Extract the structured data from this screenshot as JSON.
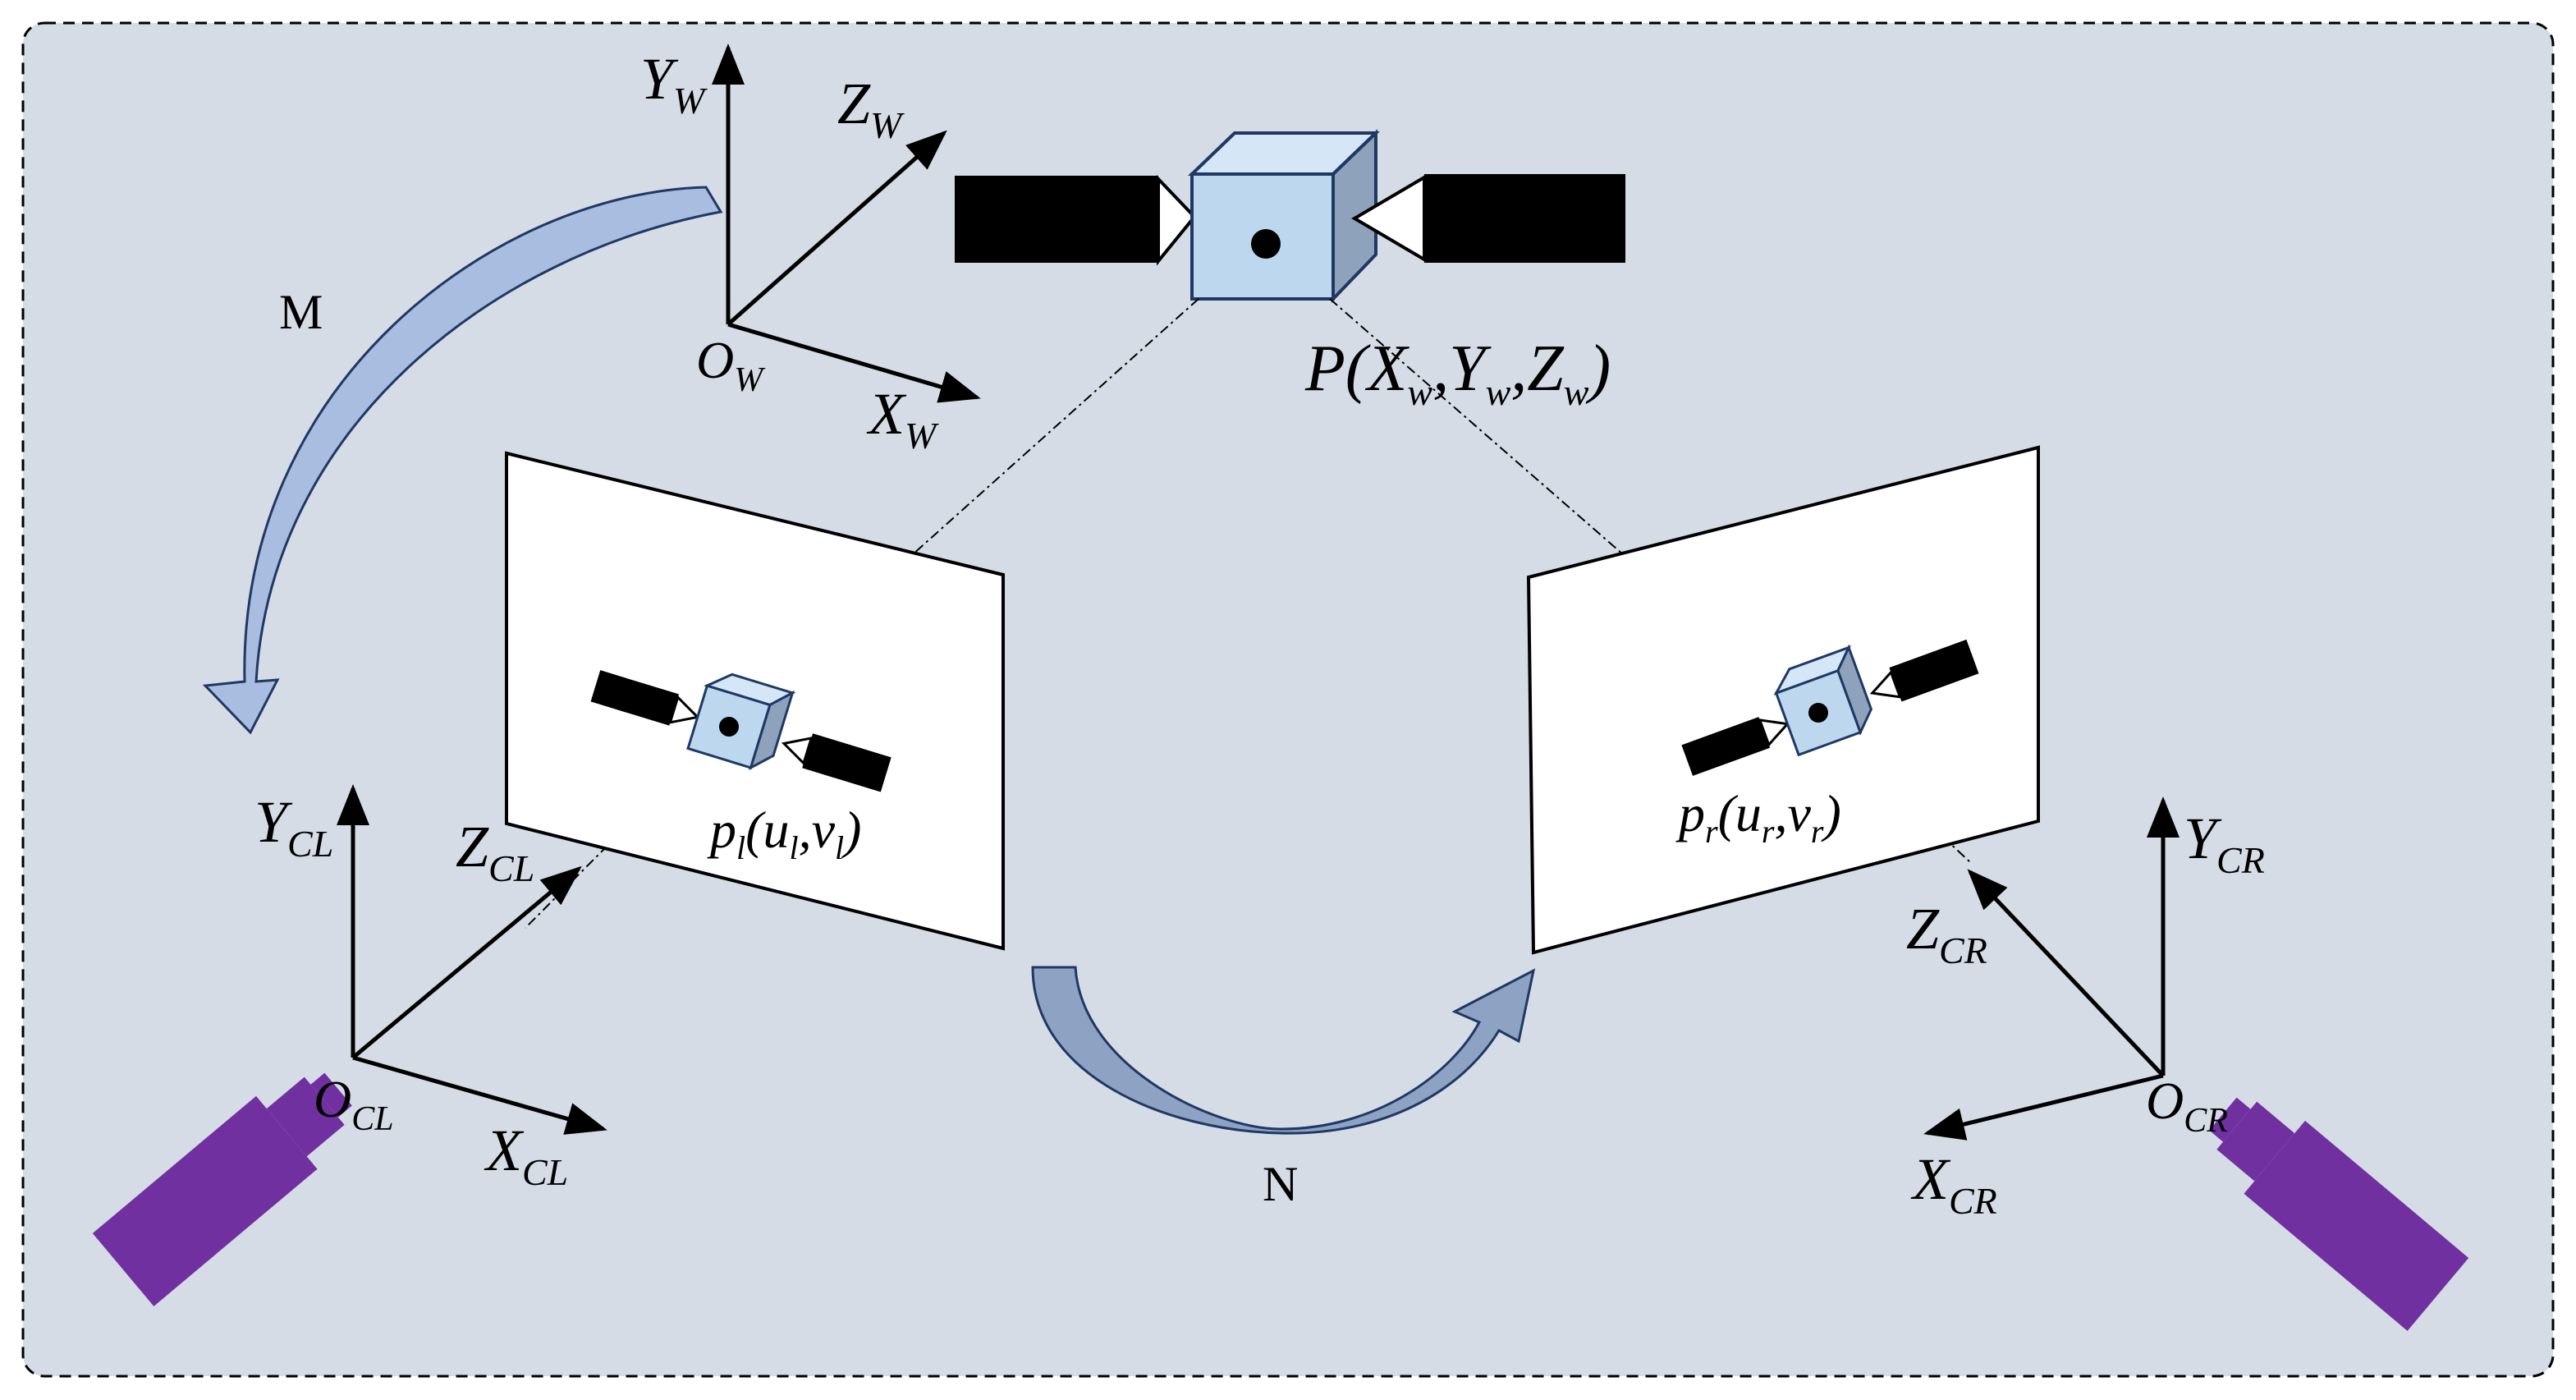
{
  "colors": {
    "background": "#d6dce6",
    "border": "#000000",
    "cube_front": "#bdd7ee",
    "cube_top": "#d5e6f6",
    "cube_side": "#8ea3bb",
    "arrow_fill": "#a8bde0",
    "camera": "#7030a0",
    "panel": "#000000"
  },
  "labels": {
    "M": "M",
    "N": "N",
    "world_y": "Y",
    "world_y_sub": "W",
    "world_z": "Z",
    "world_z_sub": "W",
    "world_x": "X",
    "world_x_sub": "W",
    "world_o": "O",
    "world_o_sub": "W",
    "point_P": "P(X",
    "point_P_w1": "w",
    "comma1": ",Y",
    "point_P_w2": "w",
    "comma2": ",Z",
    "point_P_w3": "w",
    "close": ")",
    "left_y": "Y",
    "left_y_sub": "CL",
    "left_z": "Z",
    "left_z_sub": "CL",
    "left_x": "X",
    "left_x_sub": "CL",
    "left_o": "O",
    "left_o_sub": "CL",
    "pl_p": "p",
    "pl_sub": "l",
    "pl_u": "(u",
    "pl_u_sub": "l",
    "pl_v": ",v",
    "pl_v_sub": "l",
    "pl_close": ")",
    "right_y": "Y",
    "right_y_sub": "CR",
    "right_z": "Z",
    "right_z_sub": "CR",
    "right_x": "X",
    "right_x_sub": "CR",
    "right_o": "O",
    "right_o_sub": "CR",
    "pr_p": "p",
    "pr_sub": "r",
    "pr_u": "(u",
    "pr_u_sub": "r",
    "pr_v": ",v",
    "pr_v_sub": "r",
    "pr_close": ")"
  }
}
